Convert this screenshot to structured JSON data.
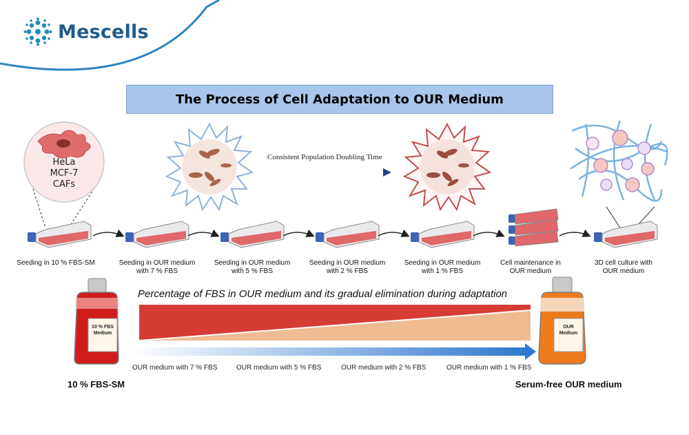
{
  "brand": {
    "name": "Mescells",
    "accent": "#1f5c8c",
    "arc_color": "#2a84c2"
  },
  "title": "The Process of Cell Adaptation to OUR Medium",
  "cell_lines": [
    "HeLa",
    "MCF-7",
    "CAFs"
  ],
  "doubling_label": "Consistent Population Doubling Time",
  "steps": [
    {
      "line1": "Seeding in 10 % FBS-SM",
      "line2": ""
    },
    {
      "line1": "Seeding in OUR medium",
      "line2": "with 7 % FBS"
    },
    {
      "line1": "Seeding in OUR medium",
      "line2": "with 5 % FBS"
    },
    {
      "line1": "Seeding in OUR medium",
      "line2": "with 2 % FBS"
    },
    {
      "line1": "Seeding in OUR medium",
      "line2": "with 1 % FBS"
    },
    {
      "line1": "Cell maintenance in",
      "line2": "OUR medium"
    },
    {
      "line1": "3D cell culture with",
      "line2": "OUR medium"
    }
  ],
  "fbs_title": "Percentage of FBS in OUR medium and its gradual elimination during adaptation",
  "fbs_stages": [
    "OUR medium with 7 % FBS",
    "OUR medium with 5 % FBS",
    "OUR medium with 2 % FBS",
    "OUR medium with 1 % FBS"
  ],
  "left_bottle": {
    "label_line1": "10 % FBS",
    "label_line2": "Medium",
    "caption": "10 % FBS-SM",
    "color": "#d11c1c"
  },
  "right_bottle": {
    "label_line1": "OUR",
    "label_line2": "Medium",
    "caption": "Serum-free OUR medium",
    "color": "#ee7a1e"
  },
  "colors": {
    "fbs_band": "#d63c36",
    "medium_band": "#efbb92",
    "flask_medium": "#e0686a",
    "flask_cap": "#3c63b4"
  }
}
